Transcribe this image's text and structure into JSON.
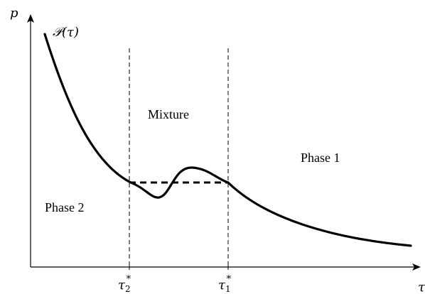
{
  "axes": {
    "y_label": "p",
    "x_label": "τ"
  },
  "curve": {
    "label": "𝒫(τ)"
  },
  "ticks": {
    "tau2": {
      "base": "τ",
      "sub": "2",
      "sup": "*"
    },
    "tau1": {
      "base": "τ",
      "sub": "1",
      "sup": "*"
    }
  },
  "regions": {
    "mixture": "Mixture",
    "phase1": "Phase 1",
    "phase2": "Phase 2"
  },
  "colors": {
    "ink": "#000000",
    "background": "#ffffff"
  }
}
